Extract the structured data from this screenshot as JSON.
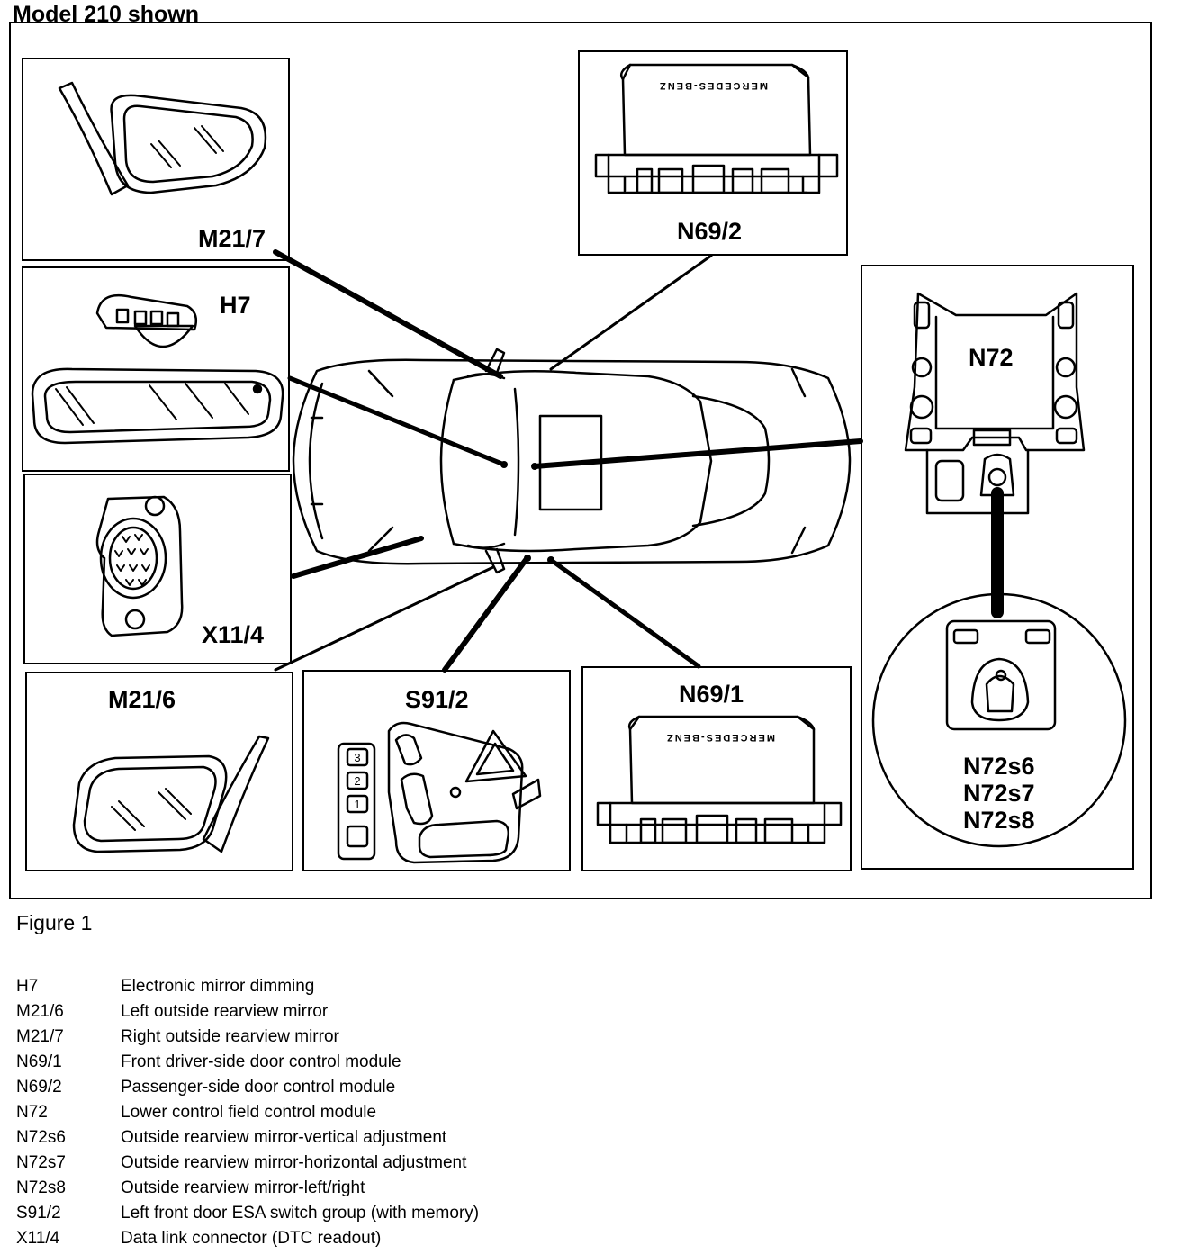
{
  "heading": "Model 210 shown",
  "figure_caption": "Figure 1",
  "components": {
    "m21_7": "M21/7",
    "n69_2": "N69/2",
    "h7": "H7",
    "n72": "N72",
    "x11_4": "X11/4",
    "m21_6": "M21/6",
    "s91_2": "S91/2",
    "n69_1": "N69/1",
    "n72s6": "N72s6",
    "n72s7": "N72s7",
    "n72s8": "N72s8"
  },
  "module_brand": "MERCEDES-BENZ",
  "switch_buttons": [
    "3",
    "2",
    "1"
  ],
  "legend": [
    {
      "code": "H7",
      "desc": "Electronic mirror dimming"
    },
    {
      "code": "M21/6",
      "desc": "Left outside rearview mirror"
    },
    {
      "code": "M21/7",
      "desc": "Right outside rearview mirror"
    },
    {
      "code": "N69/1",
      "desc": "Front driver-side door control module"
    },
    {
      "code": "N69/2",
      "desc": "Passenger-side door control module"
    },
    {
      "code": "N72",
      "desc": "Lower control field control module"
    },
    {
      "code": "N72s6",
      "desc": "Outside rearview mirror-vertical adjustment"
    },
    {
      "code": "N72s7",
      "desc": "Outside rearview mirror-horizontal adjustment"
    },
    {
      "code": "N72s8",
      "desc": "Outside rearview mirror-left/right"
    },
    {
      "code": "S91/2",
      "desc": "Left front door ESA switch group (with memory)"
    },
    {
      "code": "X11/4",
      "desc": "Data link connector (DTC readout)"
    }
  ]
}
